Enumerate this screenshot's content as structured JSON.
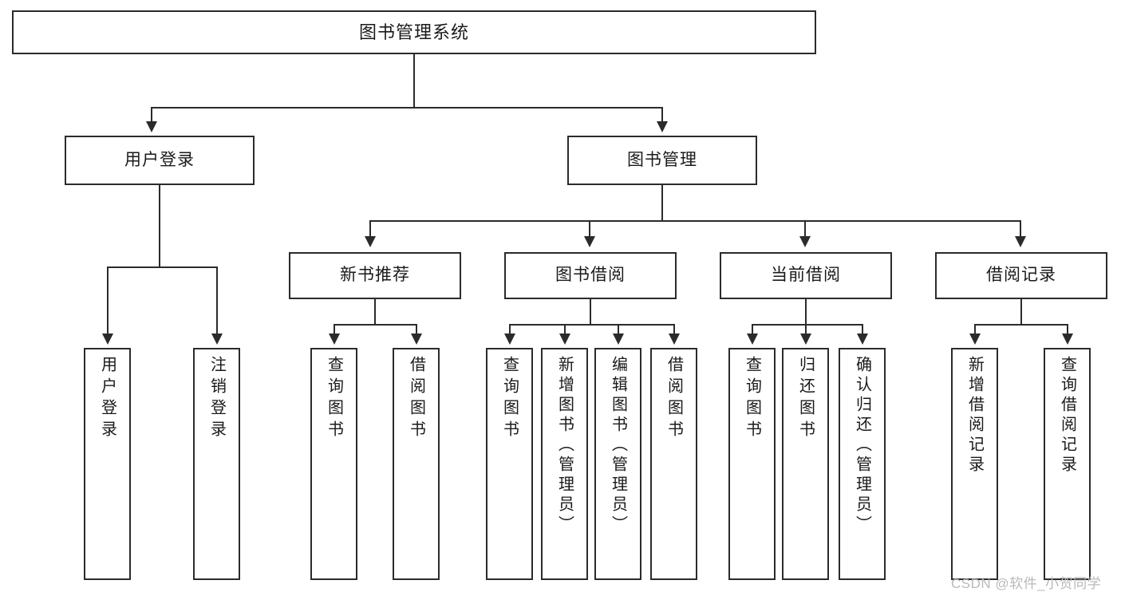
{
  "diagram": {
    "type": "tree-hierarchy",
    "title": "图书管理系统",
    "root": {
      "label": "图书管理系统"
    },
    "level2": [
      {
        "id": "user-login",
        "label": "用户登录"
      },
      {
        "id": "book-management",
        "label": "图书管理"
      }
    ],
    "level3": [
      {
        "id": "new-book-recommend",
        "label": "新书推荐",
        "parent": "book-management"
      },
      {
        "id": "book-borrow",
        "label": "图书借阅",
        "parent": "book-management"
      },
      {
        "id": "current-borrow",
        "label": "当前借阅",
        "parent": "book-management"
      },
      {
        "id": "borrow-record",
        "label": "借阅记录",
        "parent": "book-management"
      }
    ],
    "leaves": [
      {
        "id": "leaf-user-login",
        "label": "用户登录",
        "parent": "user-login"
      },
      {
        "id": "leaf-logout",
        "label": "注销登录",
        "parent": "user-login"
      },
      {
        "id": "leaf-query-book-1",
        "label": "查询图书",
        "parent": "new-book-recommend"
      },
      {
        "id": "leaf-borrow-book-1",
        "label": "借阅图书",
        "parent": "new-book-recommend"
      },
      {
        "id": "leaf-query-book-2",
        "label": "查询图书",
        "parent": "book-borrow"
      },
      {
        "id": "leaf-add-book",
        "label": "新增图书（管理员）",
        "parent": "book-borrow"
      },
      {
        "id": "leaf-edit-book",
        "label": "编辑图书（管理员）",
        "parent": "book-borrow"
      },
      {
        "id": "leaf-borrow-book-2",
        "label": "借阅图书",
        "parent": "book-borrow"
      },
      {
        "id": "leaf-query-book-3",
        "label": "查询图书",
        "parent": "current-borrow"
      },
      {
        "id": "leaf-return-book",
        "label": "归还图书",
        "parent": "current-borrow"
      },
      {
        "id": "leaf-confirm-return",
        "label": "确认归还（管理员）",
        "parent": "current-borrow"
      },
      {
        "id": "leaf-add-record",
        "label": "新增借阅记录",
        "parent": "borrow-record"
      },
      {
        "id": "leaf-query-record",
        "label": "查询借阅记录",
        "parent": "borrow-record"
      }
    ],
    "colors": {
      "stroke": "#2b2b2b",
      "fill": "#ffffff",
      "text": "#1a1a1a",
      "watermark": "#b9b9b9"
    }
  },
  "watermark": {
    "text": "CSDN @软件_小贺同学"
  }
}
